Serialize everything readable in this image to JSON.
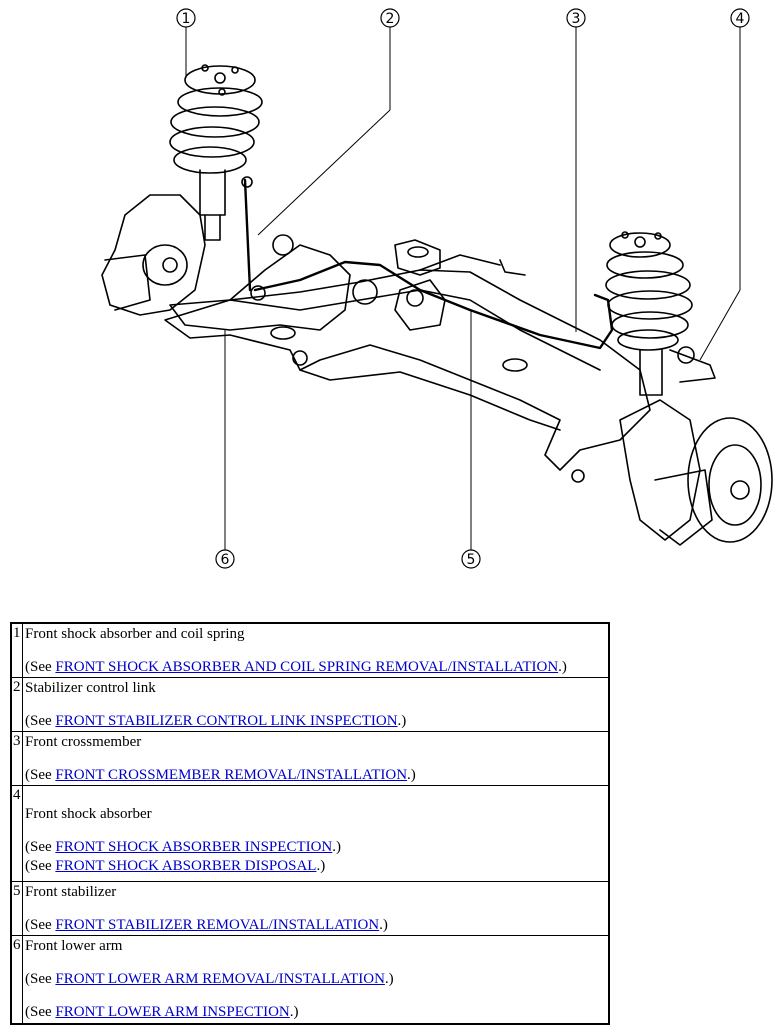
{
  "callouts": [
    "1",
    "2",
    "3",
    "4",
    "5",
    "6"
  ],
  "parts": [
    {
      "number": "1",
      "name": "Front shock absorber and coil spring",
      "refs": [
        {
          "prefix": "(See ",
          "link": "FRONT SHOCK ABSORBER AND COIL SPRING REMOVAL/INSTALLATION",
          "suffix": ".)"
        }
      ]
    },
    {
      "number": "2",
      "name": "Stabilizer control link",
      "refs": [
        {
          "prefix": "(See ",
          "link": "FRONT STABILIZER CONTROL LINK INSPECTION",
          "suffix": ".)"
        }
      ]
    },
    {
      "number": "3",
      "name": "Front crossmember",
      "refs": [
        {
          "prefix": "(See ",
          "link": "FRONT CROSSMEMBER REMOVAL/INSTALLATION",
          "suffix": ".)"
        }
      ]
    },
    {
      "number": "4",
      "name": "Front shock absorber",
      "refs": [
        {
          "prefix": "(See ",
          "link": "FRONT SHOCK ABSORBER INSPECTION",
          "suffix": ".)"
        },
        {
          "prefix": "(See ",
          "link": "FRONT SHOCK ABSORBER DISPOSAL",
          "suffix": ".)"
        }
      ]
    },
    {
      "number": "5",
      "name": "Front stabilizer",
      "refs": [
        {
          "prefix": "(See ",
          "link": "FRONT STABILIZER REMOVAL/INSTALLATION",
          "suffix": ".)"
        }
      ]
    },
    {
      "number": "6",
      "name": "Front lower arm",
      "refs": [
        {
          "prefix": "(See ",
          "link": "FRONT LOWER ARM REMOVAL/INSTALLATION",
          "suffix": ".)"
        },
        {
          "prefix": "(See ",
          "link": "FRONT LOWER ARM INSPECTION",
          "suffix": ".)"
        }
      ]
    }
  ]
}
